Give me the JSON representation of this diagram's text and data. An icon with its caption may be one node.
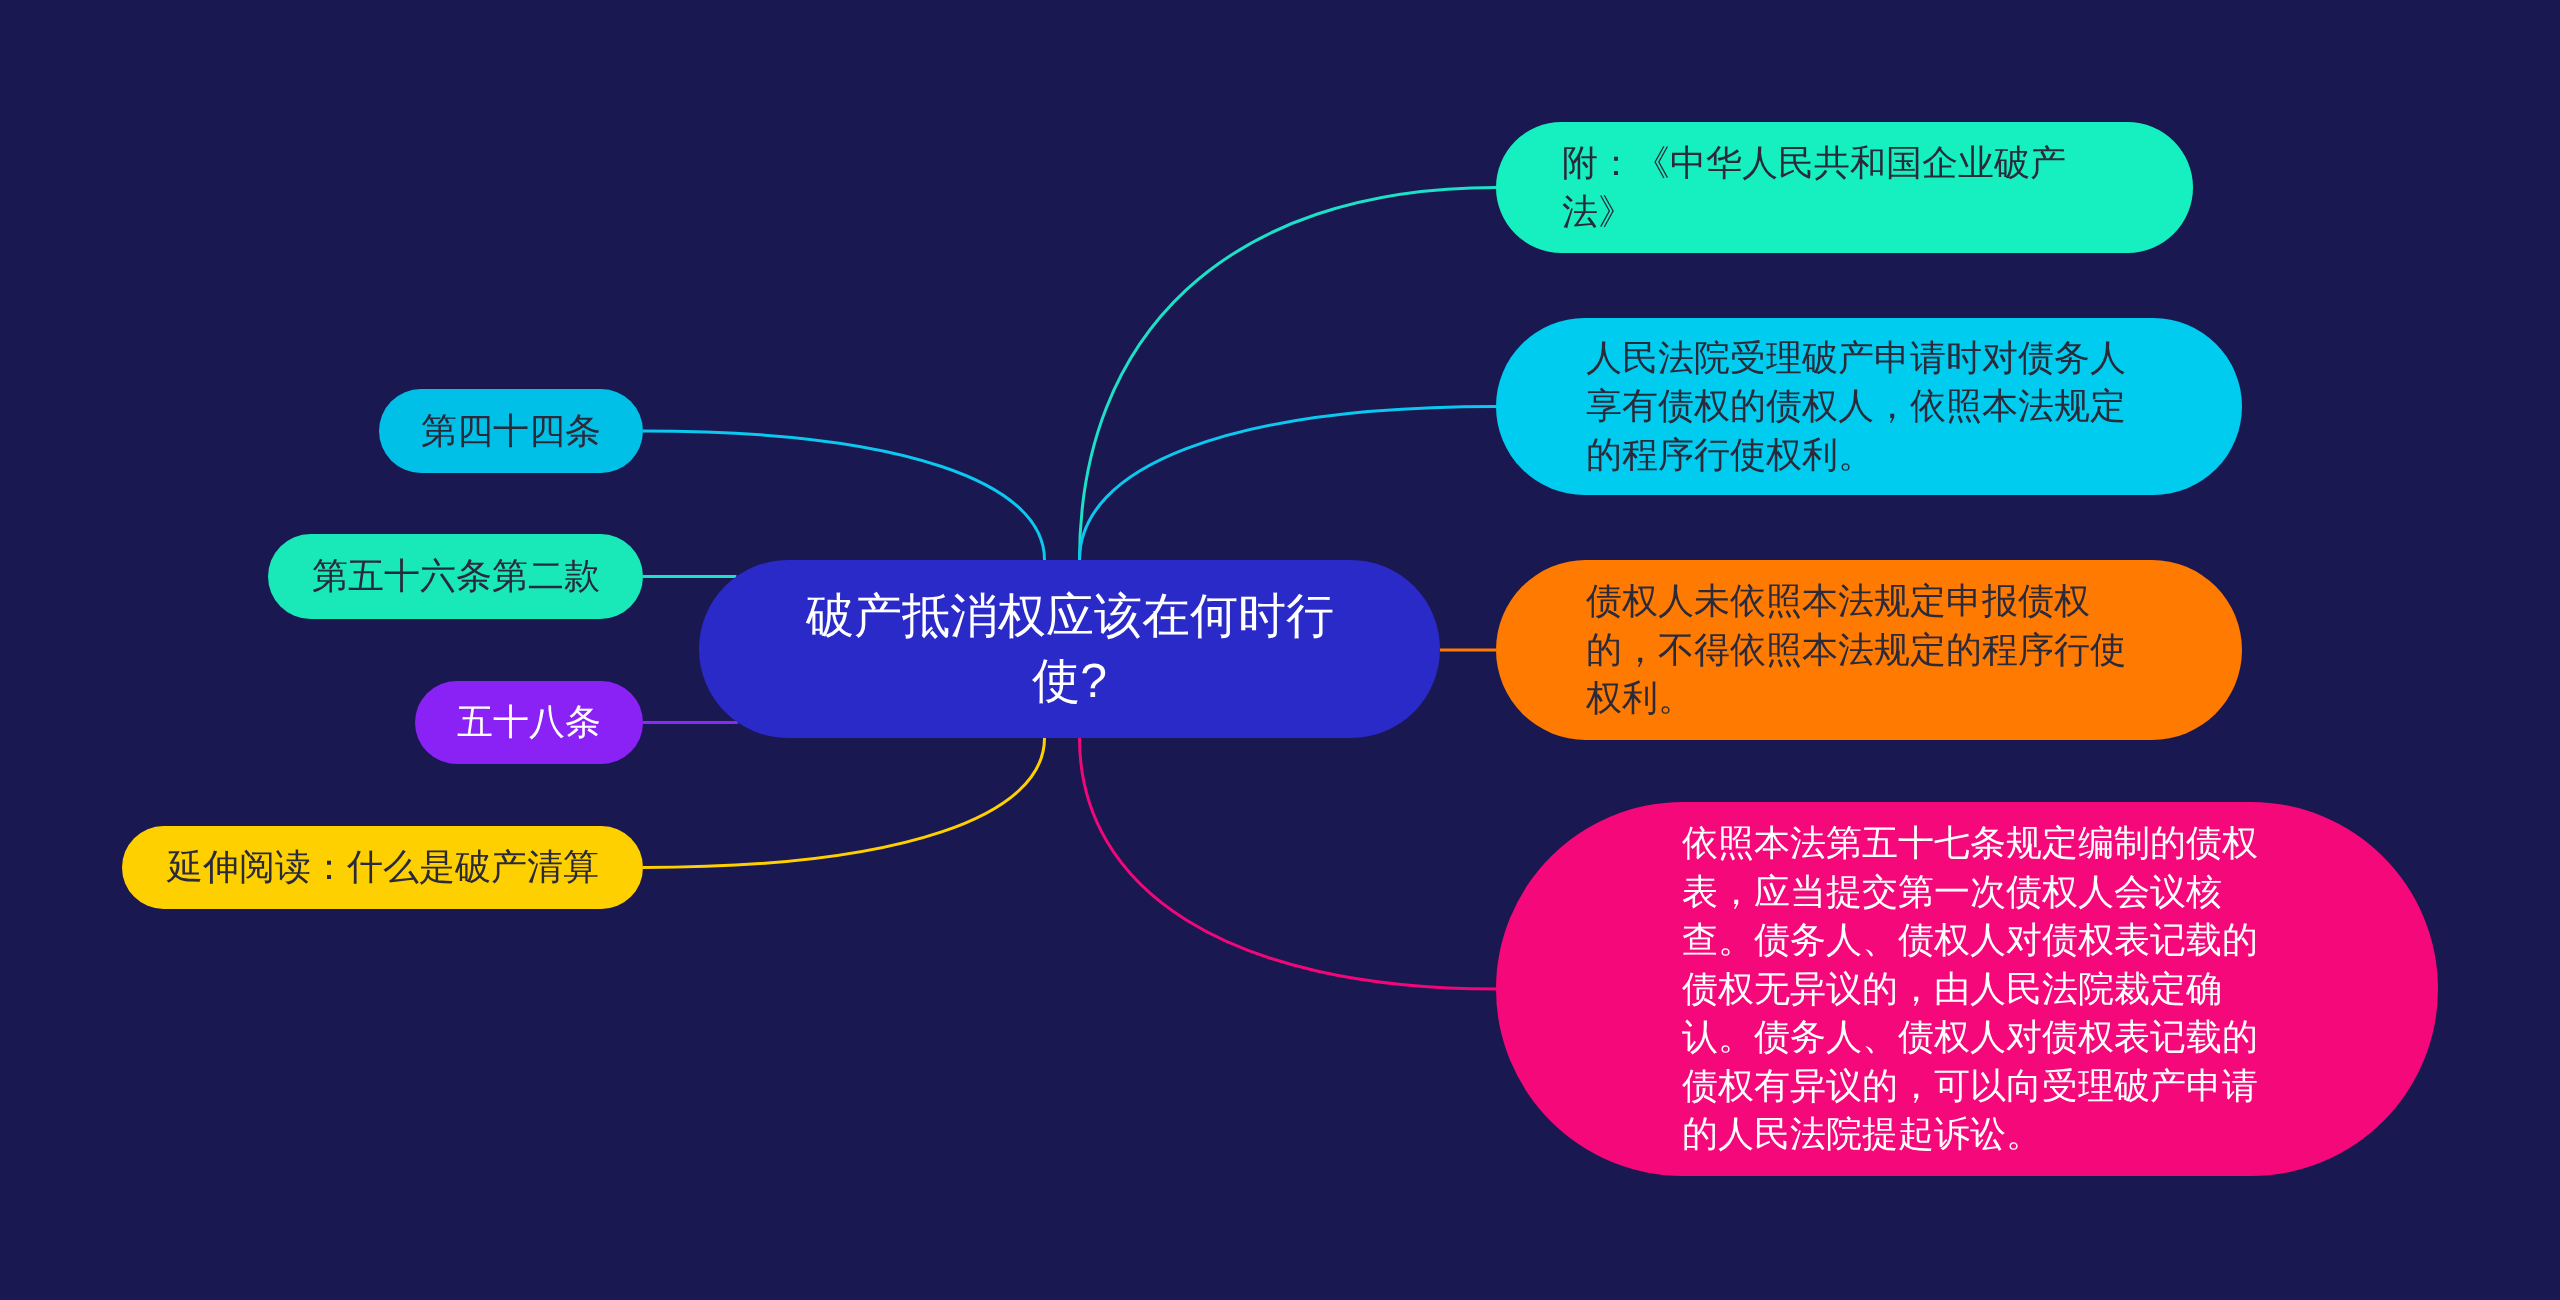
{
  "diagram": {
    "nodes": [
      {
        "text": [
          "破产抵消权应该在何时行使?"
        ]
      },
      {
        "text": [
          "附：《中华人民共和国企业破产法》"
        ]
      },
      {
        "text": [
          "人民法院受理破产申请时对债务人享有债权的债权人，依照本法规定的程序行使权利。"
        ]
      },
      {
        "text": [
          "债权人未依照本法规定申报债权的，不得依照本法规定的程序行使权利。"
        ]
      },
      {
        "text": [
          "依照本法第五十七条规定编制的债权表，应当提交第一次债权人会议核查。债务人、债权人对债权表记载的债权无异议的，由人民法院裁定确认。债务人、债权人对债权表记载的债权有异议的，可以向受理破产申请的人民法院提起诉讼。"
        ]
      },
      {
        "text": [
          "第四十四条"
        ]
      },
      {
        "text": [
          "第五十六条第二款"
        ]
      },
      {
        "text": [
          "五十八条"
        ]
      },
      {
        "text": [
          "延伸阅读：什么是破产清算"
        ]
      }
    ],
    "edges": [
      {
        "from": 0,
        "to": 1,
        "arrow": "none",
        "color": "#1de0c8"
      },
      {
        "from": 0,
        "to": 2,
        "arrow": "none",
        "color": "#0cc8f0"
      },
      {
        "from": 0,
        "to": 3,
        "arrow": "none",
        "color": "#ff7a00"
      },
      {
        "from": 0,
        "to": 4,
        "arrow": "none",
        "color": "#f0087a"
      },
      {
        "from": 0,
        "to": 5,
        "arrow": "none",
        "color": "#0cc8f0"
      },
      {
        "from": 0,
        "to": 6,
        "arrow": "none",
        "color": "#1de0c8"
      },
      {
        "from": 0,
        "to": 7,
        "arrow": "none",
        "color": "#8a2af0"
      },
      {
        "from": 0,
        "to": 8,
        "arrow": "none",
        "color": "#ffd000"
      }
    ]
  }
}
